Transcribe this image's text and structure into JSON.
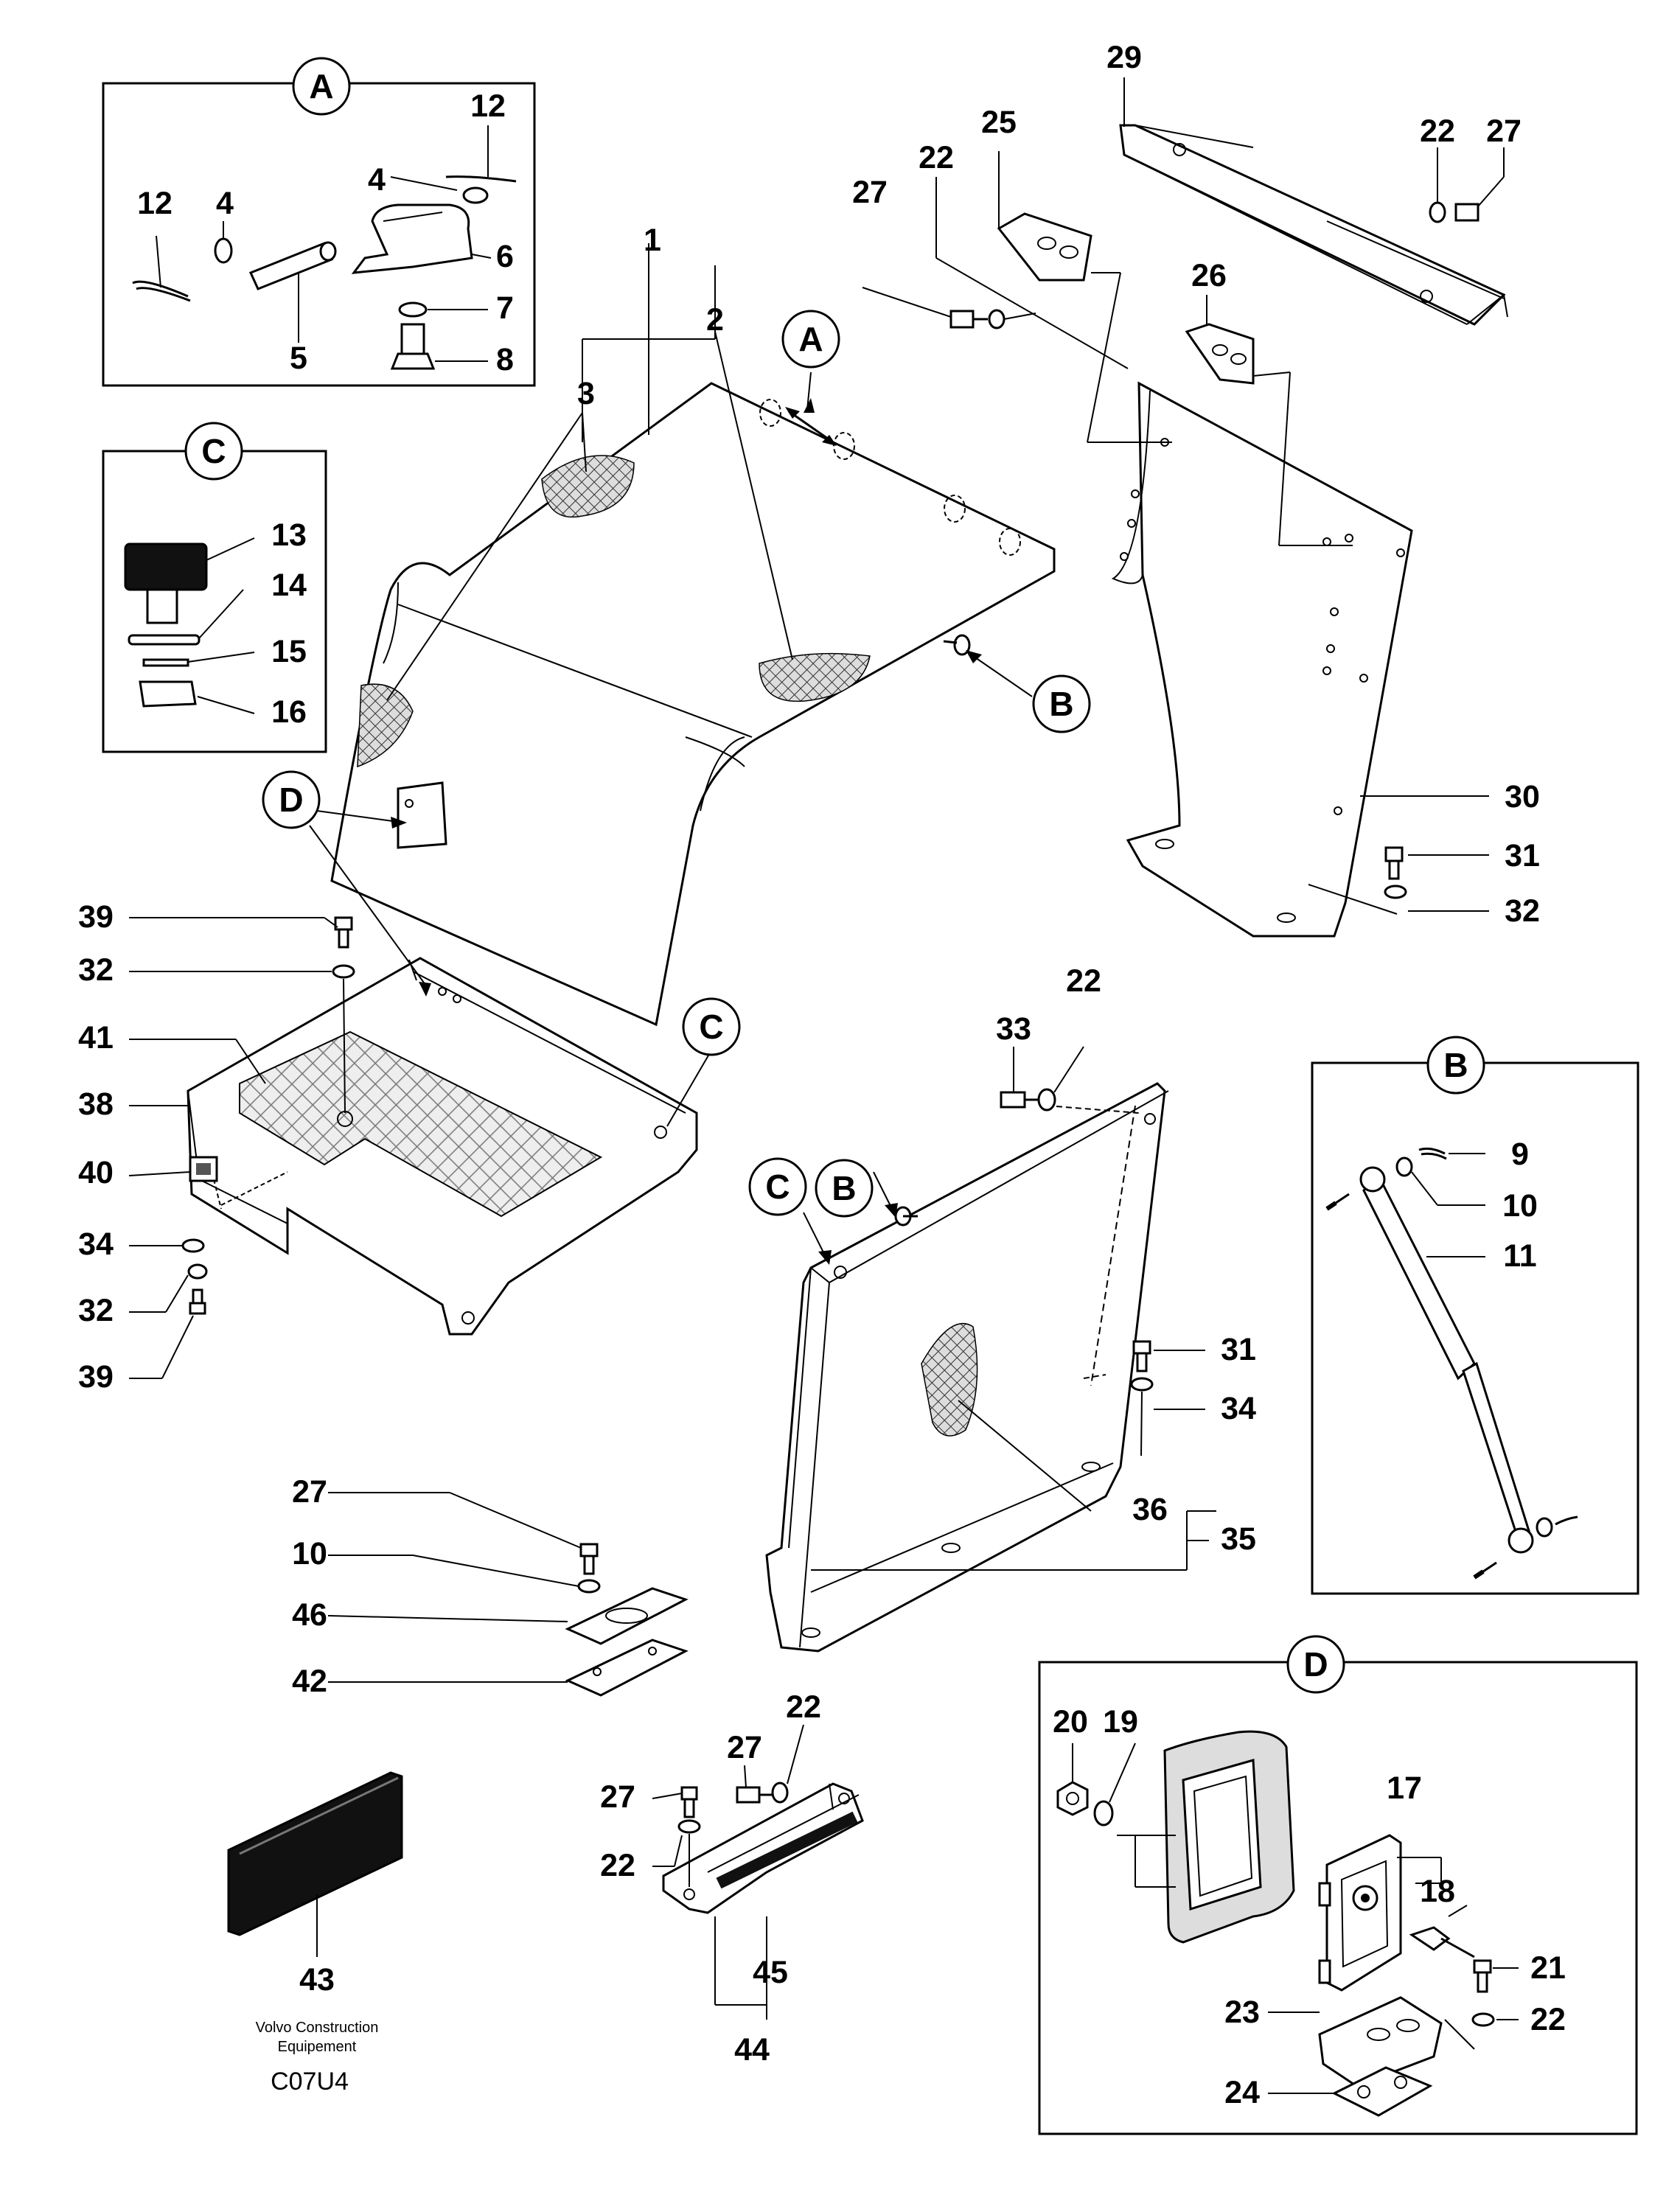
{
  "callouts": {
    "A": "A",
    "B": "B",
    "C": "C",
    "D": "D"
  },
  "labels": {
    "n1": "1",
    "n2": "2",
    "n3": "3",
    "n4a": "4",
    "n4b": "4",
    "n5": "5",
    "n6": "6",
    "n7": "7",
    "n8": "8",
    "n9": "9",
    "n10a": "10",
    "n10b": "10",
    "n11": "11",
    "n12a": "12",
    "n12b": "12",
    "n13": "13",
    "n14": "14",
    "n15": "15",
    "n16": "16",
    "n17": "17",
    "n18": "18",
    "n19": "19",
    "n20": "20",
    "n21": "21",
    "n22a": "22",
    "n22b": "22",
    "n22c": "22",
    "n22d": "22",
    "n22e": "22",
    "n22f": "22",
    "n23": "23",
    "n24": "24",
    "n25": "25",
    "n26": "26",
    "n27a": "27",
    "n27b": "27",
    "n27c": "27",
    "n27d": "27",
    "n27e": "27",
    "n29": "29",
    "n30": "30",
    "n31a": "31",
    "n31b": "31",
    "n32a": "32",
    "n32b": "32",
    "n32c": "32",
    "n33": "33",
    "n34a": "34",
    "n34b": "34",
    "n35": "35",
    "n36": "36",
    "n38": "38",
    "n39a": "39",
    "n39b": "39",
    "n40": "40",
    "n41": "41",
    "n42": "42",
    "n43": "43",
    "n44": "44",
    "n45": "45",
    "n46": "46"
  },
  "footer": {
    "brand_line1": "Volvo Construction",
    "brand_line2": "Equipement",
    "code": "C07U4"
  }
}
